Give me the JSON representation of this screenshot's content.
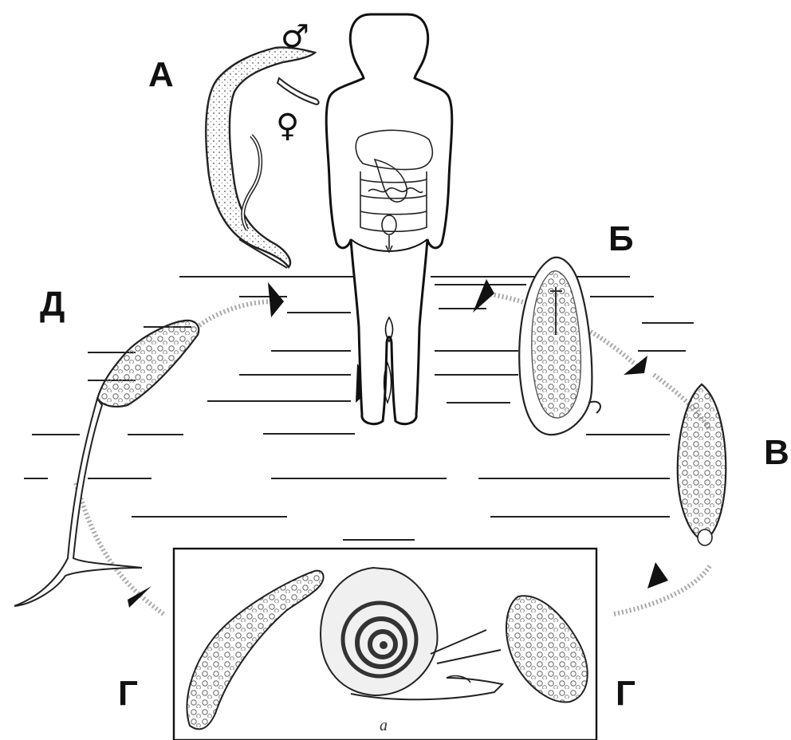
{
  "labels": {
    "a": "А",
    "b": "Б",
    "v": "В",
    "g_left": "Г",
    "g_right": "Г",
    "d": "Д"
  },
  "symbols": {
    "male": "♂",
    "female": "♀"
  },
  "inset_caption": "a",
  "colors": {
    "ink": "#111111",
    "arrow_path": "#a8a8a8",
    "stipple": "#bdbdbd"
  }
}
